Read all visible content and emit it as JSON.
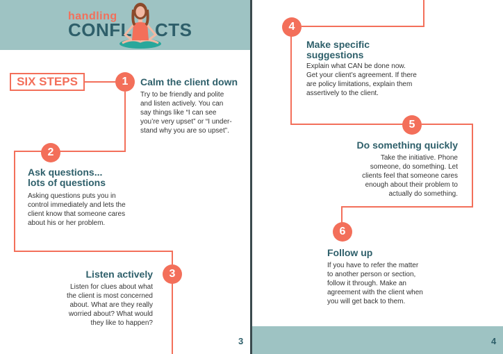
{
  "left_page": {
    "brand_small": "handling",
    "brand_big_part1": "CONFLI",
    "brand_big_part2": "CTS",
    "six_steps_label": "SIX STEPS",
    "page_number": "3"
  },
  "right_page": {
    "page_number": "4"
  },
  "steps": [
    {
      "number": "1",
      "title_lines": [
        "Calm the client down"
      ],
      "body_lines": [
        "Try to be friendly and polite",
        "and listen actively. You can",
        "say things like “I can see",
        "you’re very upset” or “I under-",
        "stand why you are so upset”."
      ]
    },
    {
      "number": "2",
      "title_lines": [
        "Ask questions...",
        "lots of questions"
      ],
      "body_lines": [
        "Asking questions puts you in",
        "control immediately and lets the",
        "client know that someone cares",
        "about his or her problem."
      ]
    },
    {
      "number": "3",
      "title_lines": [
        "Listen actively"
      ],
      "body_lines": [
        "Listen for clues about what",
        "the client is most concerned",
        "about. What are they really",
        "worried about? What would",
        "they like to happen?"
      ]
    },
    {
      "number": "4",
      "title_lines": [
        "Make specific",
        "suggestions"
      ],
      "body_lines": [
        "Explain what CAN be done now.",
        "Get your client’s agreement. If there",
        "are policy limitations, explain them",
        "assertively to the client."
      ]
    },
    {
      "number": "5",
      "title_lines": [
        "Do something quickly"
      ],
      "body_lines": [
        "Take the initiative. Phone",
        "someone, do something. Let",
        "clients feel that someone cares",
        "enough about their problem to",
        "actually do something."
      ]
    },
    {
      "number": "6",
      "title_lines": [
        "Follow up"
      ],
      "body_lines": [
        "If you have to refer the matter",
        "to another person or section,",
        "follow it through. Make an",
        "agreement with the client when",
        "you will get back to them."
      ]
    }
  ],
  "colors": {
    "accent": "#f36f5a",
    "teal_dark": "#2e5f6a",
    "band": "#9ec3c3"
  }
}
